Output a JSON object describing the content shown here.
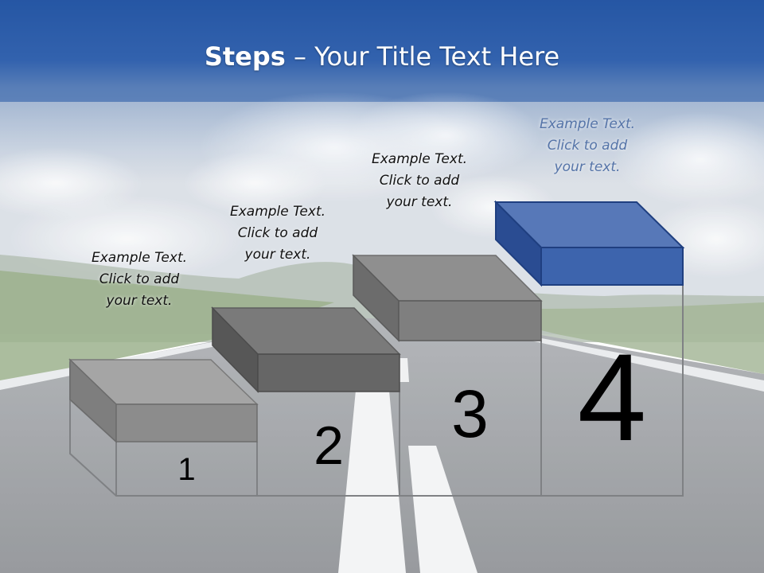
{
  "title": {
    "bold": "Steps",
    "rest": " – Your Title Text Here"
  },
  "steps": [
    {
      "number": "1",
      "text": [
        "Example Text.",
        "Click  to add",
        "your text."
      ]
    },
    {
      "number": "2",
      "text": [
        "Example Text.",
        "Click  to add",
        "your text."
      ]
    },
    {
      "number": "3",
      "text": [
        "Example Text.",
        "Click  to add",
        "your text."
      ]
    },
    {
      "number": "4",
      "text": [
        "Example Text.",
        "Click  to add",
        "your text."
      ]
    }
  ],
  "colors": {
    "sky_top": "#2a5aa6",
    "road": "#8e9196",
    "step_gray": "#8a8a8a",
    "step_dark": "#666666",
    "step4_front": "#3d64ad",
    "step4_top": "#2a4c92",
    "outline": "#7f8184"
  }
}
